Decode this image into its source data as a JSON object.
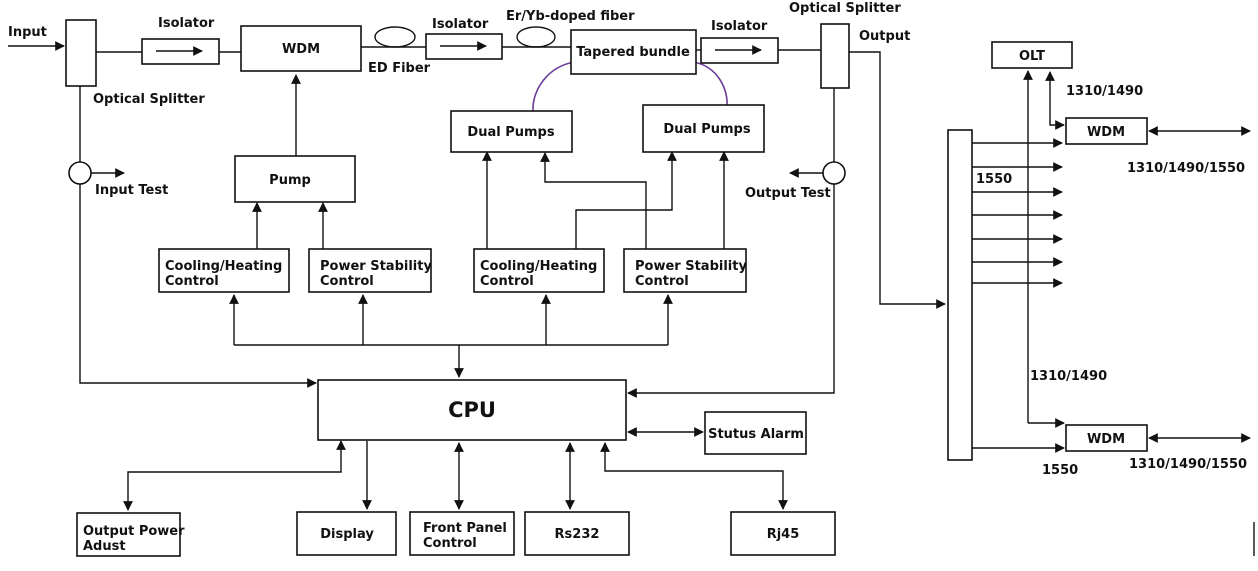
{
  "labels": {
    "input": "Input",
    "output": "Output",
    "optical_splitter_in": "Optical Splitter",
    "optical_splitter_out": "Optical Splitter",
    "isolator_1": "Isolator",
    "isolator_2": "Isolator",
    "isolator_3": "Isolator",
    "ed_fiber": "ED Fiber",
    "er_yb_fiber": "Er/Yb-doped fiber",
    "input_test": "Input Test",
    "output_test": "Output Test",
    "wl_1310_1490_top": "1310/1490",
    "wl_1310_1490_1550_top": "1310/1490/1550",
    "wl_1550_top": "1550",
    "wl_1310_1490_bottom": "1310/1490",
    "wl_1550_bottom": "1550",
    "wl_1310_1490_1550_bottom": "1310/1490/1550"
  },
  "blocks": {
    "wdm": "WDM",
    "tapered_bundle": "Tapered bundle",
    "pump": "Pump",
    "dual_pumps_left": "Dual Pumps",
    "dual_pumps_right": "Dual Pumps",
    "cooling_left": [
      "Cooling/Heating",
      "Control"
    ],
    "power_left": [
      "Power Stability",
      "Control"
    ],
    "cooling_right": [
      "Cooling/Heating",
      "Control"
    ],
    "power_right": [
      "Power Stability",
      "Control"
    ],
    "cpu": "CPU",
    "status_alarm": "Stutus Alarm",
    "output_power": [
      "Output Power",
      "Adust"
    ],
    "display": "Display",
    "front_panel": [
      "Front Panel",
      "Control"
    ],
    "rs232": "Rs232",
    "rj45": "Rj45",
    "olt": "OLT",
    "wdm_top": "WDM",
    "wdm_bottom": "WDM"
  }
}
